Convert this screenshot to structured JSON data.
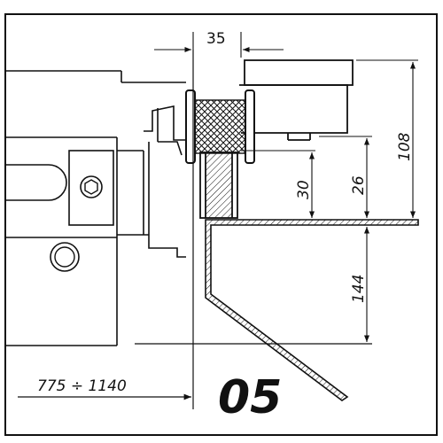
{
  "dimensions": {
    "width_top": "35",
    "height_total": "108",
    "height_upper": "26",
    "height_bracket": "30",
    "height_lower": "144",
    "range": "775 ÷ 1140"
  },
  "diagram_number": "05"
}
